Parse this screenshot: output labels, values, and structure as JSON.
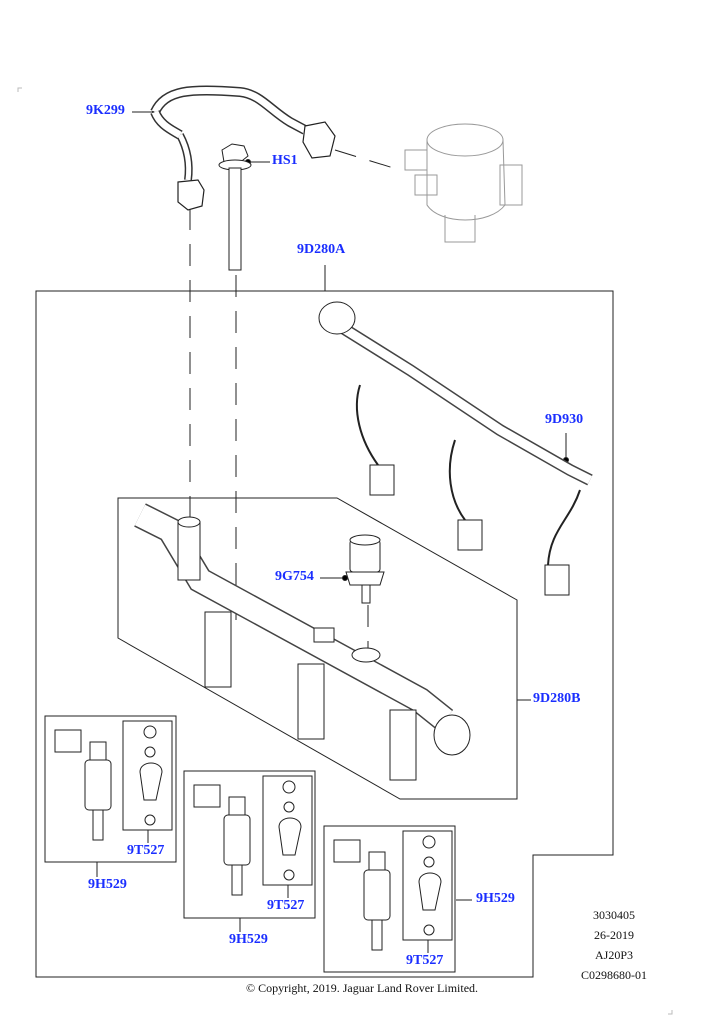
{
  "callouts": {
    "fuel_pipe": "9K299",
    "bolt": "HS1",
    "rail_kit": "9D280A",
    "harness": "9D930",
    "pressure_sensor": "9G754",
    "fuel_rail": "9D280B",
    "seal_kit_1": "9T527",
    "injector_1": "9H529",
    "seal_kit_2": "9T527",
    "injector_2": "9H529",
    "seal_kit_3": "9T527",
    "injector_3": "9H529"
  },
  "reference": {
    "line1": "3030405",
    "line2": "26-2019",
    "line3": "AJ20P3",
    "line4": "C0298680-01"
  },
  "copyright": "© Copyright, 2019. Jaguar Land Rover Limited."
}
